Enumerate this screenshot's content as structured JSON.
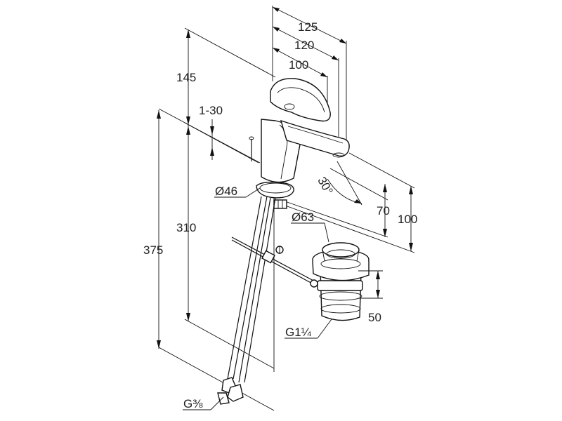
{
  "dimensions": {
    "top_125": "125",
    "top_120": "120",
    "top_100": "100",
    "height_145": "145",
    "range_1_30": "1-30",
    "height_375": "375",
    "height_310": "310",
    "spout_70": "70",
    "spout_100": "100",
    "angle_30": "30°",
    "dia_46": "Ø46",
    "dia_63": "Ø63",
    "drain_50": "50",
    "thread_g114": "G1¼",
    "thread_g38": "G⅜"
  }
}
